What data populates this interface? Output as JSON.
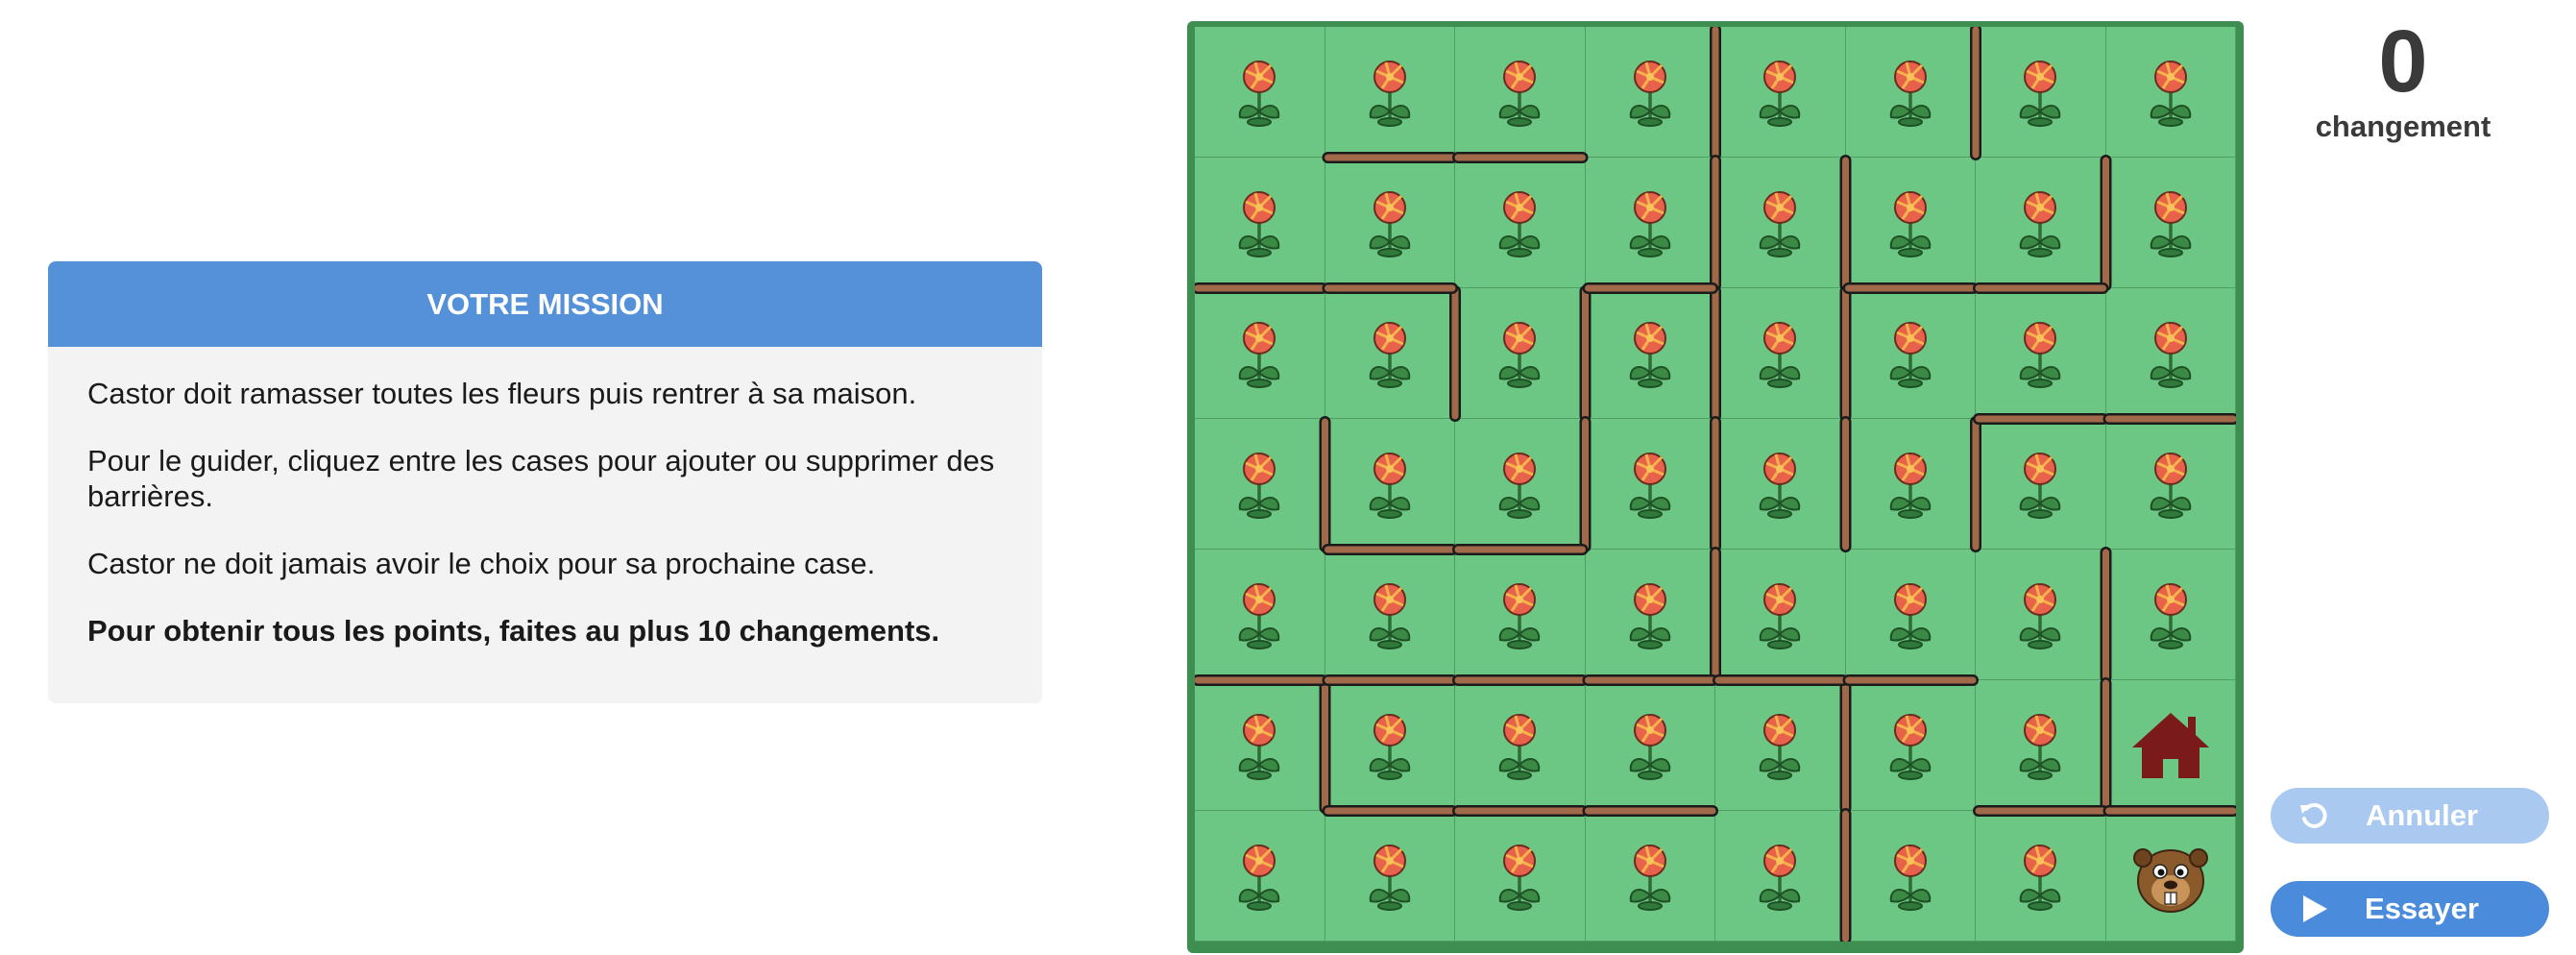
{
  "mission": {
    "title": "VOTRE MISSION",
    "paragraphs": [
      "Castor doit ramasser toutes les fleurs puis rentrer à sa maison.",
      "Pour le guider, cliquez entre les cases pour ajouter ou supprimer des barrières.",
      "Castor ne doit jamais avoir le choix pour sa prochaine case."
    ],
    "goal": "Pour obtenir tous les points, faites au plus 10 changements."
  },
  "counter": {
    "value": "0",
    "label": "changement"
  },
  "buttons": {
    "undo": "Annuler",
    "try": "Essayer"
  },
  "board": {
    "cols": 8,
    "rows": 7,
    "house": {
      "row": 5,
      "col": 7
    },
    "beaver": {
      "row": 6,
      "col": 7
    },
    "vertical_walls": [
      [
        0,
        3
      ],
      [
        0,
        5
      ],
      [
        1,
        3
      ],
      [
        1,
        4
      ],
      [
        1,
        6
      ],
      [
        2,
        1
      ],
      [
        2,
        2
      ],
      [
        2,
        3
      ],
      [
        2,
        4
      ],
      [
        3,
        0
      ],
      [
        3,
        2
      ],
      [
        3,
        3
      ],
      [
        3,
        4
      ],
      [
        3,
        5
      ],
      [
        4,
        3
      ],
      [
        4,
        6
      ],
      [
        5,
        0
      ],
      [
        5,
        4
      ],
      [
        5,
        6
      ],
      [
        6,
        4
      ]
    ],
    "horizontal_walls": [
      [
        0,
        1
      ],
      [
        0,
        2
      ],
      [
        1,
        0
      ],
      [
        1,
        1
      ],
      [
        1,
        3
      ],
      [
        1,
        5
      ],
      [
        1,
        6
      ],
      [
        2,
        6
      ],
      [
        2,
        7
      ],
      [
        3,
        1
      ],
      [
        3,
        2
      ],
      [
        4,
        0
      ],
      [
        4,
        1
      ],
      [
        4,
        2
      ],
      [
        4,
        3
      ],
      [
        4,
        4
      ],
      [
        4,
        5
      ],
      [
        5,
        1
      ],
      [
        5,
        2
      ],
      [
        5,
        3
      ],
      [
        5,
        6
      ],
      [
        5,
        7
      ]
    ]
  },
  "colors": {
    "grass": "#6cc785",
    "wall": "#a0694a",
    "header": "#5591d8",
    "house": "#7a1a1a"
  },
  "icons": {
    "flower": "flower-icon",
    "house": "house-icon",
    "beaver": "beaver-icon",
    "undo": "undo-icon",
    "play": "play-icon"
  }
}
